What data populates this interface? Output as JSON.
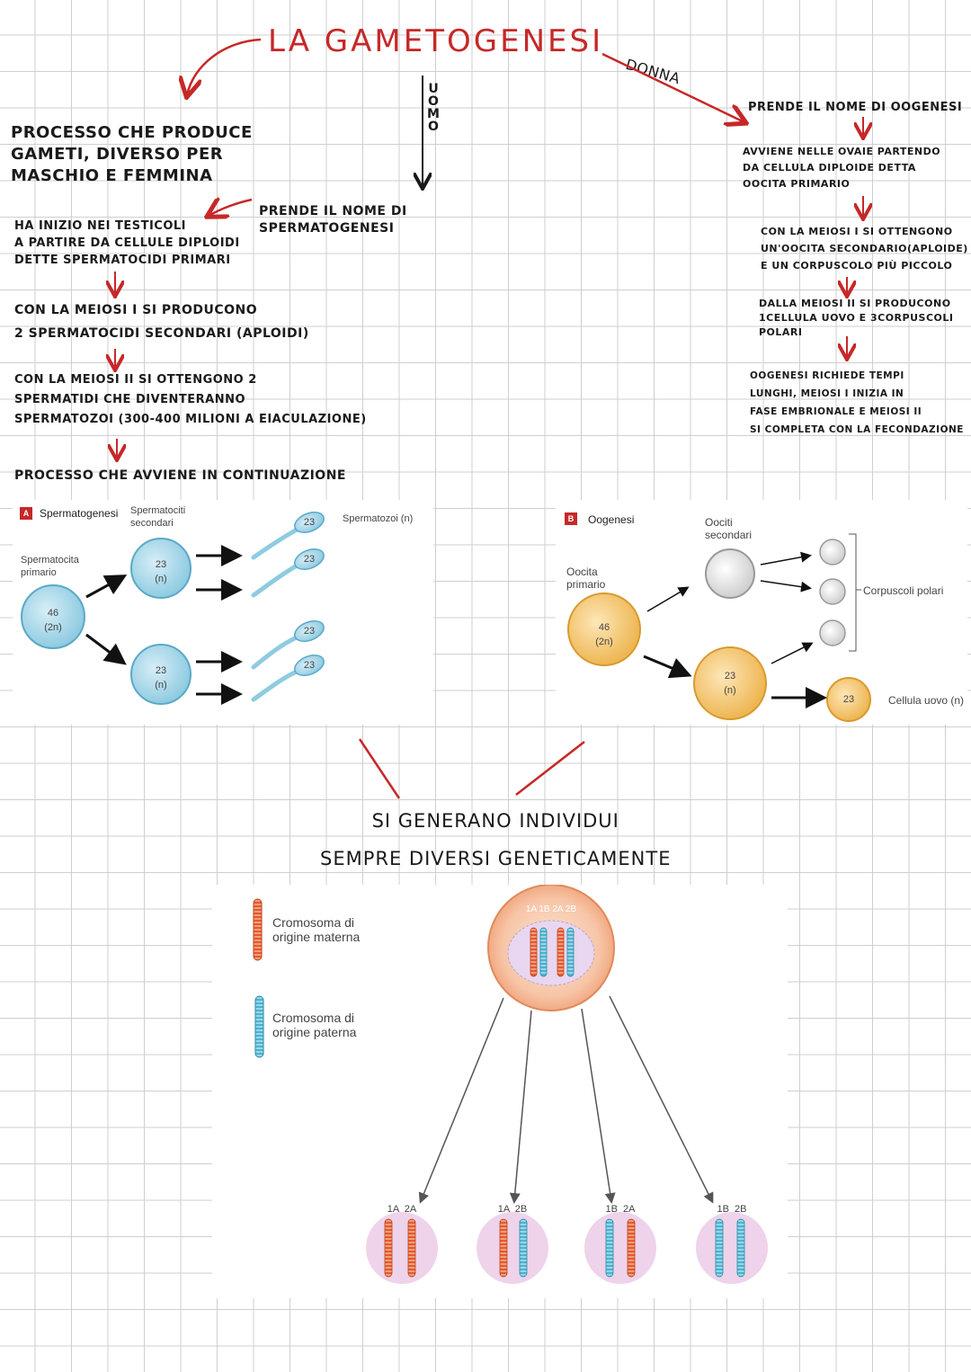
{
  "title": "LA GAMETOGENESI",
  "branches": {
    "male": "UOMO",
    "female": "DONNA"
  },
  "intro": "PROCESSO CHE PRODUCE\nGAMETI, DIVERSO PER\nMASCHIO E FEMMINA",
  "male_name": "PRENDE IL NOME DI\nSPERMATOGENESI",
  "male_steps": [
    "HA INIZIO NEI TESTICOLI\nA PARTIRE DA CELLULE DIPLOIDI\nDETTE SPERMATOCIDI PRIMARI",
    "CON LA MEIOSI I SI PRODUCONO\n2 SPERMATOCIDI SECONDARI (APLOIDI)",
    "CON LA MEIOSI II SI OTTENGONO 2\nSPERMATIDI CHE DIVENTERANNO\nSPERMATOZOI (300-400 MILIONI A EIACULAZIONE)",
    "PROCESSO CHE AVVIENE IN CONTINUAZIONE"
  ],
  "female_steps": [
    "PRENDE IL NOME DI OOGENESI",
    "AVVIENE NELLE OVAIE PARTENDO\nDA CELLULA DIPLOIDE DETTA\nOOCITA PRIMARIO",
    "CON LA MEIOSI I SI OTTENGONO\nUN'OOCITA SECONDARIO(APLOIDE)\nE UN CORPUSCOLO PIÙ PICCOLO",
    "DALLA MEIOSI II SI PRODUCONO\n1CELLULA UOVO E 3CORPUSCOLI\nPOLARI",
    "OOGENESI RICHIEDE TEMPI\nLUNGHI, MEIOSI I INIZIA IN\nFASE EMBRIONALE E MEIOSI II\nSI COMPLETA CON LA FECONDAZIONE"
  ],
  "fig_a": {
    "badge": "A",
    "title": "Spermatogenesi",
    "primary_label": "Spermatocita\nprimario",
    "primary_value": "46\n(2n)",
    "secondary_label": "Spermatociti\nsecondari",
    "secondary_value": "23\n(n)",
    "sperm_label": "Spermatozoi (n)",
    "sperm_value": "23"
  },
  "fig_b": {
    "badge": "B",
    "title": "Oogenesi",
    "primary_label": "Oocita\nprimario",
    "primary_value": "46\n(2n)",
    "secondary_label": "Oociti\nsecondari",
    "secondary_value": "23\n(n)",
    "polar_label": "Corpuscoli polari",
    "egg_value": "23",
    "egg_label": "Cellula uovo (n)"
  },
  "conclusion": "SI GENERANO INDIVIDUI\nSEMPRE DIVERSI GENETICAMENTE",
  "fig_c": {
    "maternal_label": "Cromosoma di\norigine materna",
    "paternal_label": "Cromosoma di\norigine paterna",
    "top_label": "1A 1B 2A 2B",
    "combos": [
      "1A  2A",
      "1A  2B",
      "1B  2A",
      "1B  2B"
    ]
  },
  "colors": {
    "red_ink": "#c62828",
    "blue_cell": "#9fd3e6",
    "orange_cell": "#f2c672",
    "maternal": "#e55a2b",
    "paternal": "#4bb3cf"
  }
}
